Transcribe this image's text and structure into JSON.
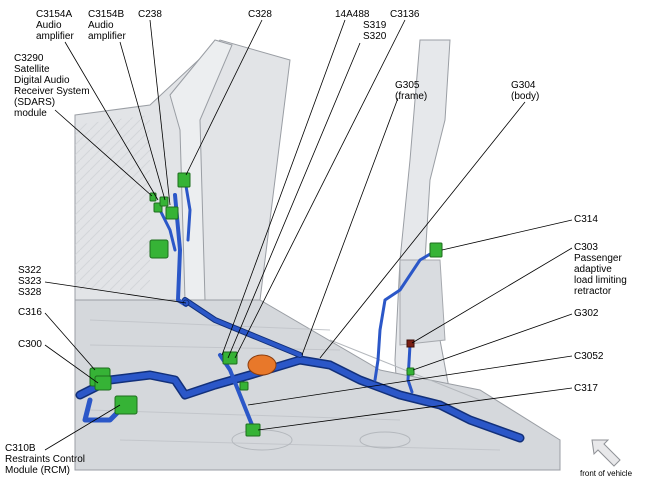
{
  "labels": {
    "c3154a": "C3154A\nAudio\namplifier",
    "c3154b": "C3154B\nAudio\namplifier",
    "c238": "C238",
    "c328": "C328",
    "n14a488": "14A488",
    "s319": "S319\nS320",
    "c3136": "C3136",
    "c3290": "C3290\nSatellite\nDigital Audio\nReceiver System\n(SDARS)\nmodule",
    "g305": "G305\n(frame)",
    "g304": "G304\n(body)",
    "c314": "C314",
    "c303": "C303\nPassenger\nadaptive\nload limiting\nretractor",
    "s322": "S322\nS323\nS328",
    "c316": "C316",
    "g302": "G302",
    "c300": "C300",
    "c3052": "C3052",
    "c317": "C317",
    "c310b": "C310B\nRestraints Control\nModule (RCM)",
    "front": "front of vehicle"
  },
  "colors": {
    "harness": "#2b57c8",
    "harness_dark": "#12307a",
    "connector": "#36b336",
    "connector_dark": "#1d6e1d",
    "body_fill": "#e4e6e9",
    "body_line": "#9a9ea4",
    "floor_fill": "#d3d6da",
    "leader": "#000000",
    "arrow_fill": "#e8e8ea",
    "orange": "#e8782a"
  },
  "icons": {
    "front_arrow": "arrow-up-left-icon"
  }
}
